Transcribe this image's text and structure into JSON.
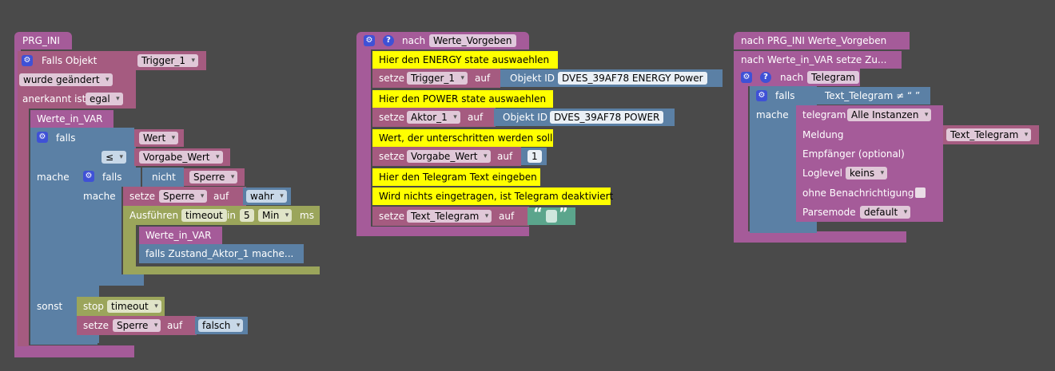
{
  "block1": {
    "prg_ini": "PRG_INI",
    "falls_objekt": "Falls Objekt",
    "trigger_1": "Trigger_1",
    "wurde_geaendert": "wurde geändert",
    "anerkannt_ist": "anerkannt ist",
    "egal": "egal",
    "werte_in_var": "Werte_in_VAR",
    "falls": "falls",
    "wert": "Wert",
    "op": "≤",
    "vorgabe_wert": "Vorgabe_Wert",
    "mache": "mache",
    "falls2": "falls",
    "nicht": "nicht",
    "sperre": "Sperre",
    "mache2": "mache",
    "setze": "setze",
    "sperre2": "Sperre",
    "auf": "auf",
    "wahr": "wahr",
    "ausfuehren": "Ausführen",
    "timeout": "timeout",
    "in": "in",
    "five": "5",
    "min": "Min",
    "ms": "ms",
    "werte_in_var2": "Werte_in_VAR",
    "falls_zustand": "falls Zustand_Aktor_1 mache...",
    "sonst": "sonst",
    "stop": "stop",
    "timeout2": "timeout",
    "setze2": "setze",
    "sperre3": "Sperre",
    "auf2": "auf",
    "falsch": "falsch"
  },
  "block2": {
    "nach": "nach",
    "werte_vorgeben": "Werte_Vorgeben",
    "c1": "Hier den ENERGY state auswaehlen",
    "setze": "setze",
    "trigger_1": "Trigger_1",
    "auf": "auf",
    "objekt_id": "Objekt ID",
    "id1": "DVES_39AF78 ENERGY  Power",
    "c2": "Hier den POWER state auswaehlen",
    "aktor_1": "Aktor_1",
    "id2": "DVES_39AF78 POWER",
    "c3": "Wert, der unterschritten werden soll",
    "vorgabe_wert": "Vorgabe_Wert",
    "one": "1",
    "c4": "Hier den Telegram Text eingeben",
    "c5": "Wird nichts eingetragen, ist Telegram deaktiviert",
    "text_telegram": "Text_Telegram",
    "quote_open": "“",
    "quote_close": "”"
  },
  "block3": {
    "call1": "nach PRG_INI  Werte_Vorgeben",
    "call2": "nach Werte_in_VAR  setze Zu...",
    "nach": "nach",
    "telegram_fn": "Telegram",
    "falls": "falls",
    "cond": "Text_Telegram ≠ “ ”",
    "mache": "mache",
    "telegram": "telegram",
    "alle_instanzen": "Alle Instanzen",
    "meldung": "Meldung",
    "text_telegram": "Text_Telegram",
    "empfaenger": "Empfänger (optional)",
    "loglevel": "Loglevel",
    "keins": "keins",
    "ohne": "ohne Benachrichtigung",
    "parsemode": "Parsemode",
    "default": "default"
  },
  "colors": {
    "workspace": "#4a4a4a",
    "procedure": "#a55b99",
    "variable": "#a55b80",
    "logic": "#5b80a5",
    "timeout": "#9ba55b",
    "text": "#5ba58c",
    "comment": "#ffff00"
  }
}
